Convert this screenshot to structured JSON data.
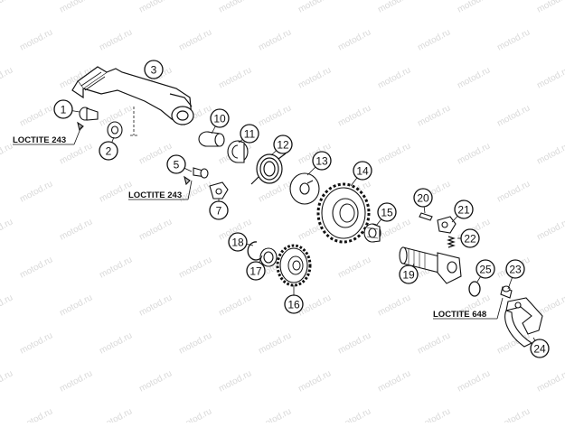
{
  "watermark": "motod.ru",
  "callouts": [
    "1",
    "2",
    "3",
    "5",
    "7",
    "10",
    "11",
    "12",
    "13",
    "14",
    "15",
    "16",
    "17",
    "18",
    "19",
    "20",
    "21",
    "22",
    "23",
    "24",
    "25"
  ],
  "loctite_labels": [
    "LOCTITE 243",
    "LOCTITE 243",
    "LOCTITE 648"
  ],
  "colors": {
    "line": "#111111",
    "paper": "#ffffff",
    "shade": "#bdbdbd",
    "watermark": "#d9d9d9"
  }
}
